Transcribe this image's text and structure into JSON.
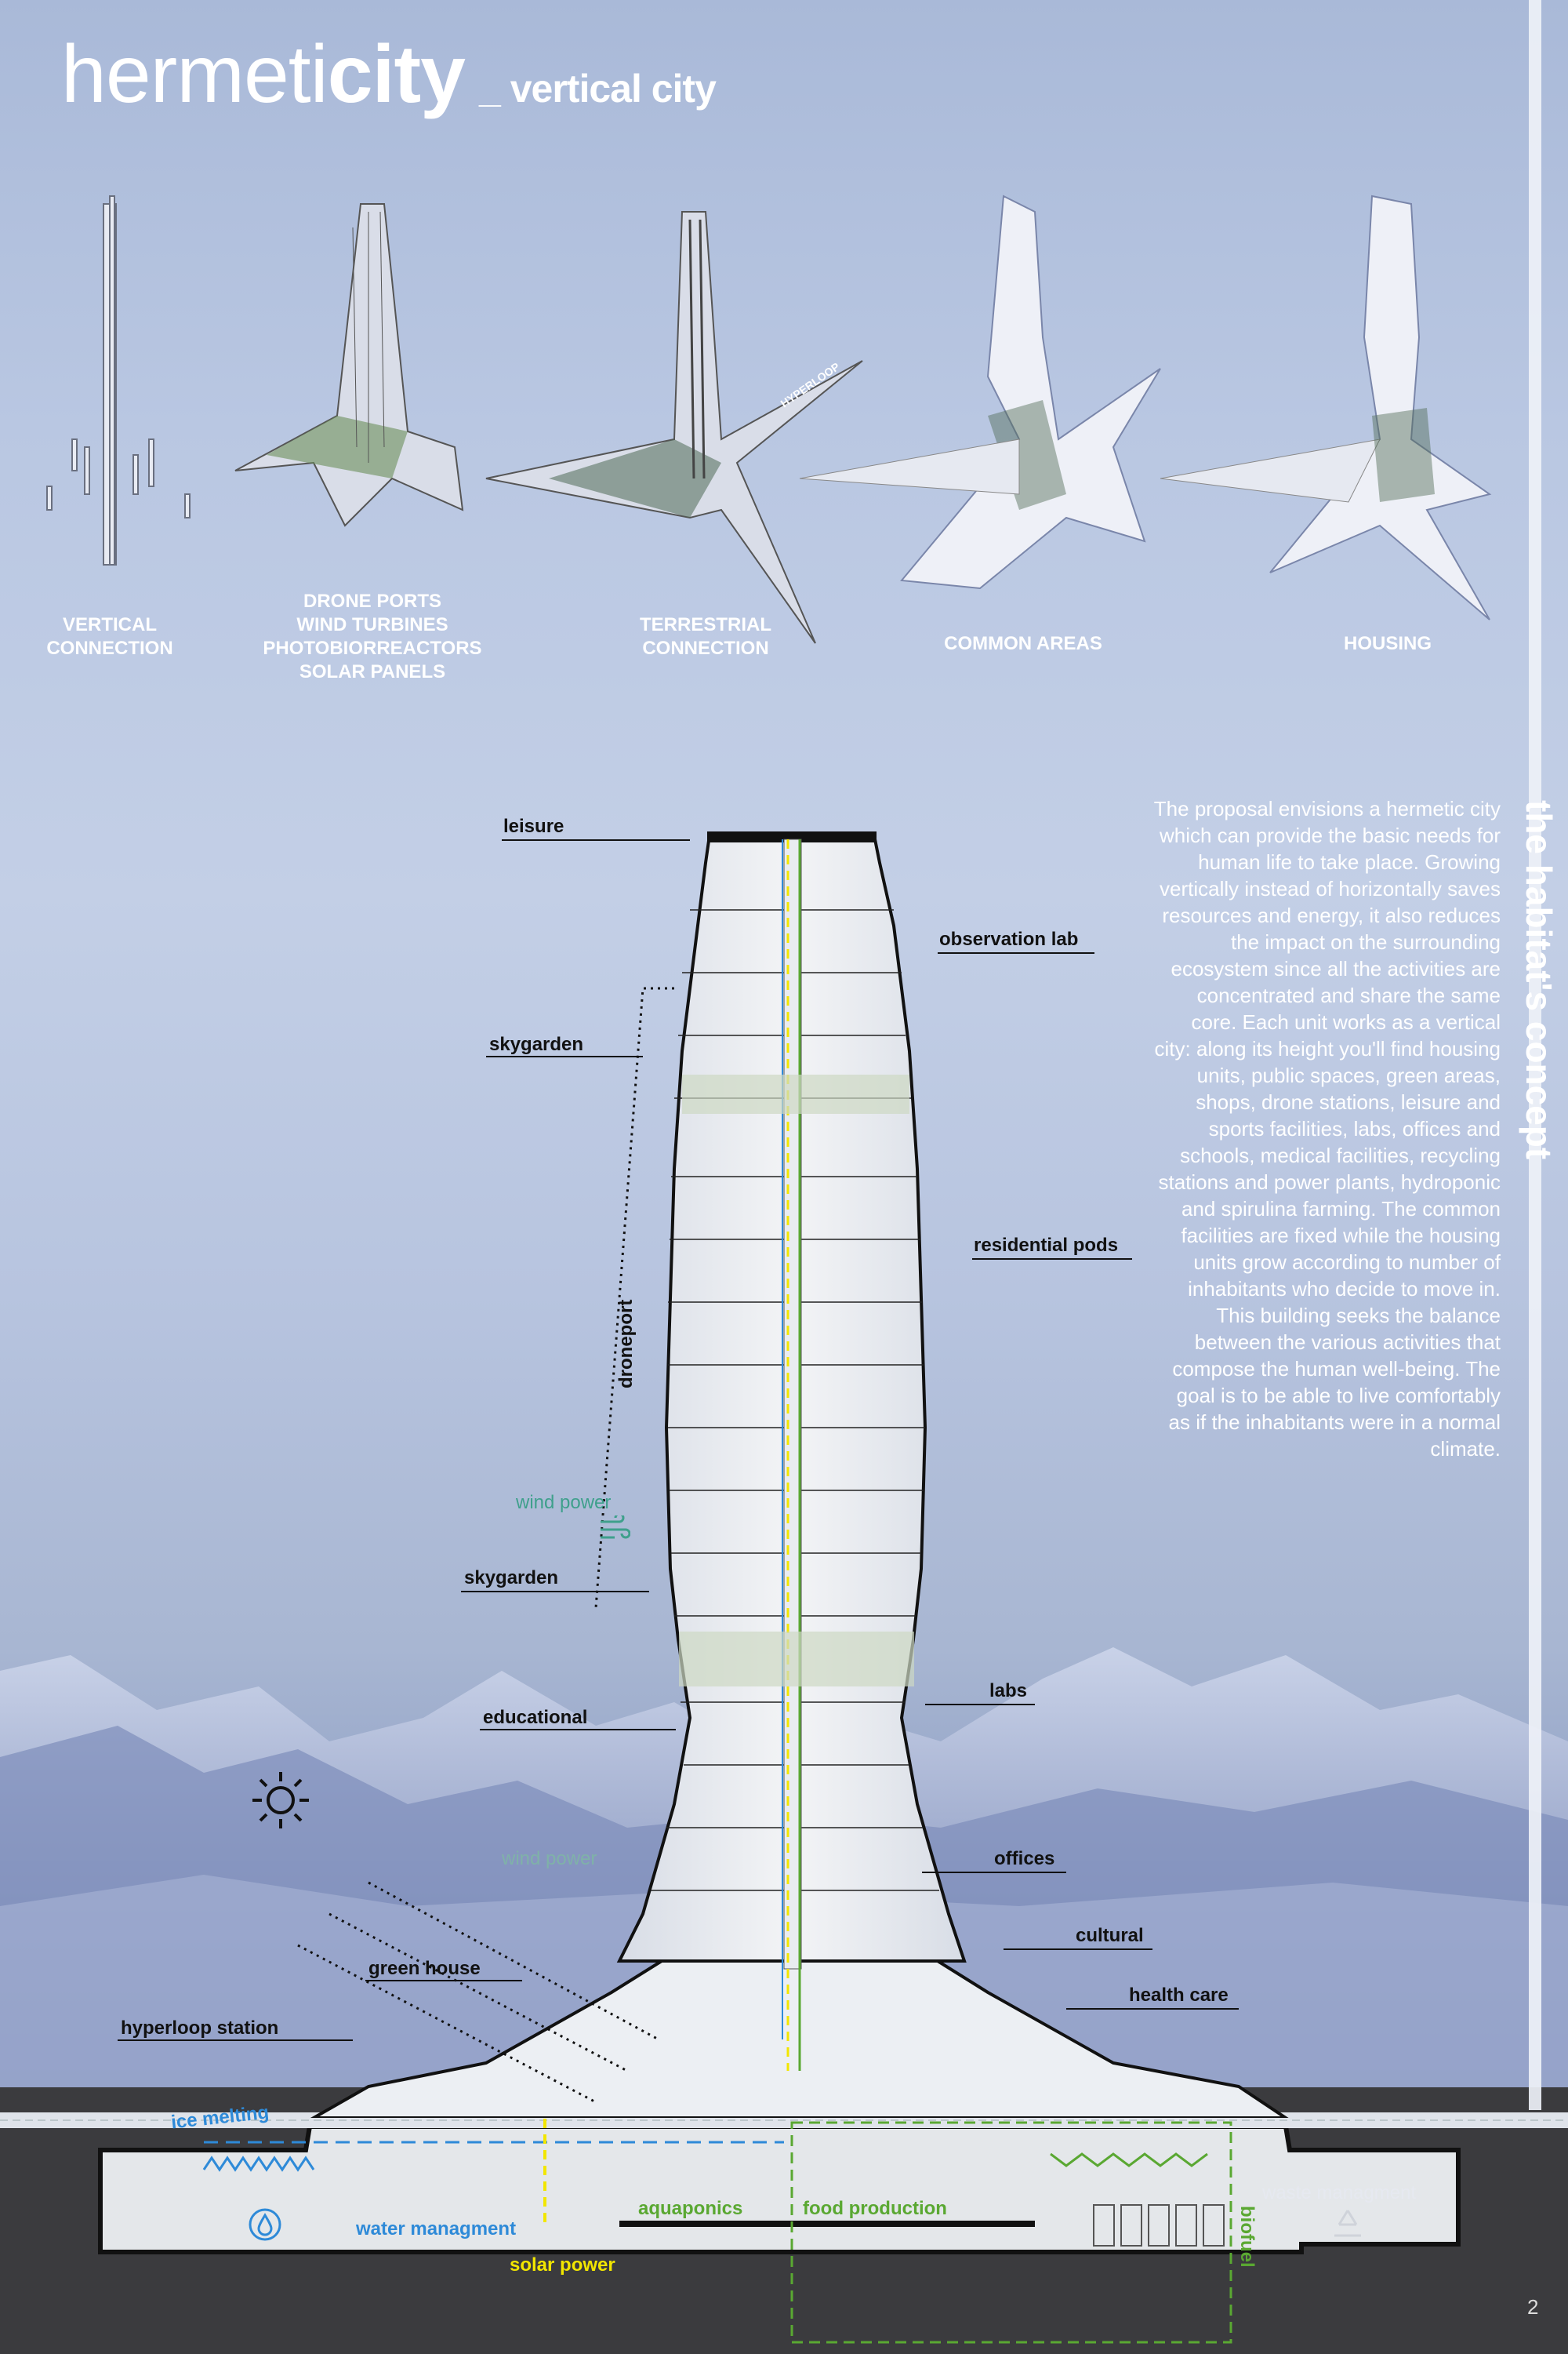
{
  "title": {
    "part_light": "hermeti",
    "part_bold": "city",
    "subtitle": "_ vertical city"
  },
  "stages": [
    {
      "label": "VERTICAL\nCONNECTION"
    },
    {
      "label": "DRONE PORTS\nWIND TURBINES\nPHOTOBIORREACTORS\nSOLAR PANELS"
    },
    {
      "label": "TERRESTRIAL\nCONNECTION"
    },
    {
      "label": "COMMON AREAS"
    },
    {
      "label": "HOUSING"
    }
  ],
  "hyperloop_tag": "HYPERLOOP",
  "side_title": "the habitat's concept",
  "concept_text": "The proposal envisions a hermetic city which can provide the basic needs for human life to take place. Growing vertically instead of horizontally saves resources and energy, it also reduces the impact on the surrounding ecosystem since all the activities are concentrated and share the same core. Each unit works as a vertical city: along its height you'll find housing units, public spaces, green areas, shops, drone stations, leisure and sports facilities, labs, offices and schools, medical facilities, recycling stations and power plants, hydroponic and spirulina farming. The common facilities are fixed while the housing units grow according to number of inhabitants who decide to move in. This building seeks the balance between the various activities that compose the human well-being. The goal is to be able to live comfortably as if the inhabitants were in a normal climate.",
  "section_labels": {
    "leisure": "leisure",
    "observation_lab": "observation lab",
    "skygarden_top": "skygarden",
    "residential_pods": "residential pods",
    "droneport": "droneport",
    "skygarden_mid": "skygarden",
    "labs": "labs",
    "educational": "educational",
    "offices": "offices",
    "cultural": "cultural",
    "health_care": "health care",
    "green_house": "green house",
    "hyperloop_station": "hyperloop station"
  },
  "environment_labels": {
    "wind_power_1": "wind power",
    "wind_power_2": "wind power",
    "ice_melting": "ice melting",
    "water_managment": "water managment",
    "aquaponics": "aquaponics",
    "food_production": "food production",
    "biofuel": "biofuel",
    "waste_managment": "waste managment",
    "solar_power": "solar power"
  },
  "colors": {
    "water": "#2e8ad8",
    "green": "#5aa832",
    "solar": "#f2e600",
    "wind": "#3fa08c"
  },
  "page_number": "2"
}
